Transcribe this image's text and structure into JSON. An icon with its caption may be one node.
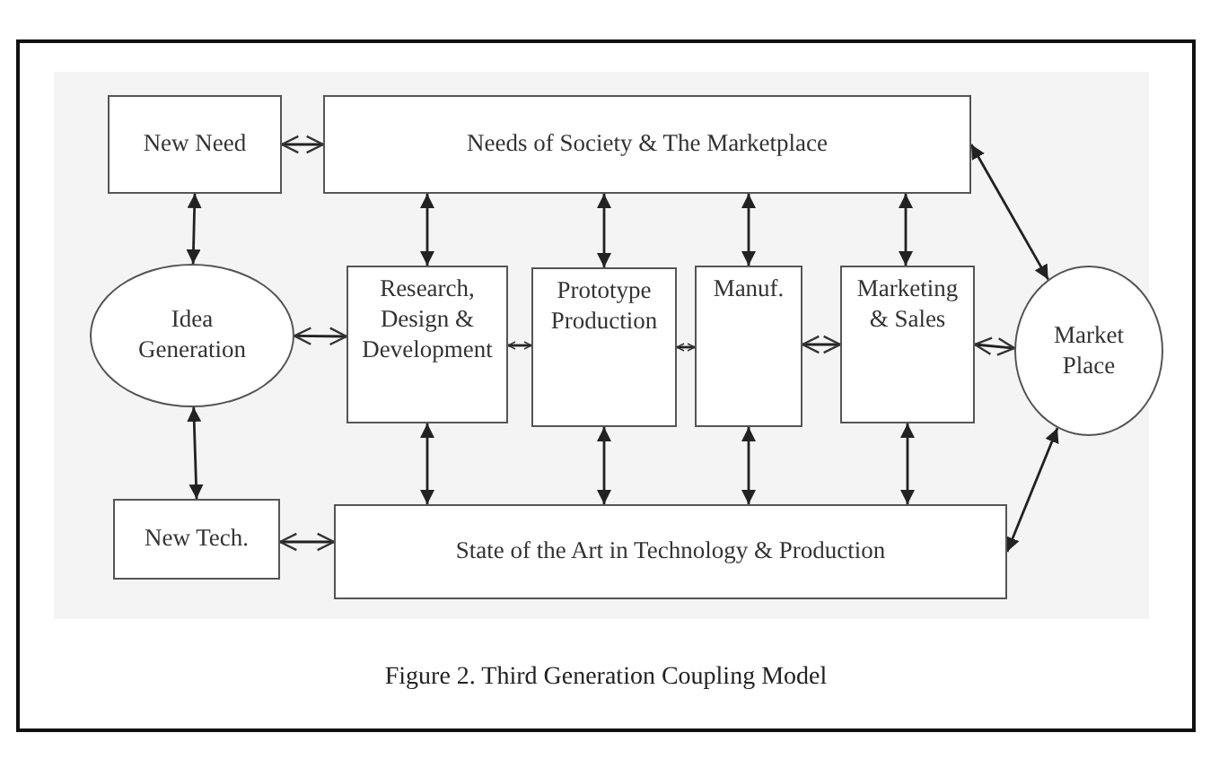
{
  "diagram": {
    "caption": "Figure 2. Third Generation Coupling Model",
    "nodes": [
      {
        "text": [
          "New Need"
        ]
      },
      {
        "text": [
          "Needs of Society & The Marketplace"
        ]
      },
      {
        "text": [
          "Idea Generation"
        ]
      },
      {
        "text": [
          "Research, Design & Development"
        ]
      },
      {
        "text": [
          "Prototype Production"
        ]
      },
      {
        "text": [
          "Manuf."
        ]
      },
      {
        "text": [
          "Marketing & Sales"
        ]
      },
      {
        "text": [
          "Market Place"
        ]
      },
      {
        "text": [
          "New Tech."
        ]
      },
      {
        "text": [
          "State of the Art in Technology & Production"
        ]
      }
    ],
    "edges": [
      {
        "from": 0,
        "to": 1,
        "arrow": "both"
      },
      {
        "from": 0,
        "to": 2,
        "arrow": "both"
      },
      {
        "from": 1,
        "to": 3,
        "arrow": "both"
      },
      {
        "from": 1,
        "to": 4,
        "arrow": "both"
      },
      {
        "from": 1,
        "to": 5,
        "arrow": "both"
      },
      {
        "from": 1,
        "to": 6,
        "arrow": "both"
      },
      {
        "from": 1,
        "to": 7,
        "arrow": "both"
      },
      {
        "from": 2,
        "to": 3,
        "arrow": "both"
      },
      {
        "from": 3,
        "to": 4,
        "arrow": "both"
      },
      {
        "from": 4,
        "to": 5,
        "arrow": "both"
      },
      {
        "from": 5,
        "to": 6,
        "arrow": "both"
      },
      {
        "from": 6,
        "to": 7,
        "arrow": "both"
      },
      {
        "from": 2,
        "to": 8,
        "arrow": "both"
      },
      {
        "from": 8,
        "to": 9,
        "arrow": "both"
      },
      {
        "from": 3,
        "to": 9,
        "arrow": "both"
      },
      {
        "from": 4,
        "to": 9,
        "arrow": "both"
      },
      {
        "from": 5,
        "to": 9,
        "arrow": "both"
      },
      {
        "from": 6,
        "to": 9,
        "arrow": "both"
      },
      {
        "from": 9,
        "to": 7,
        "arrow": "both"
      }
    ]
  }
}
